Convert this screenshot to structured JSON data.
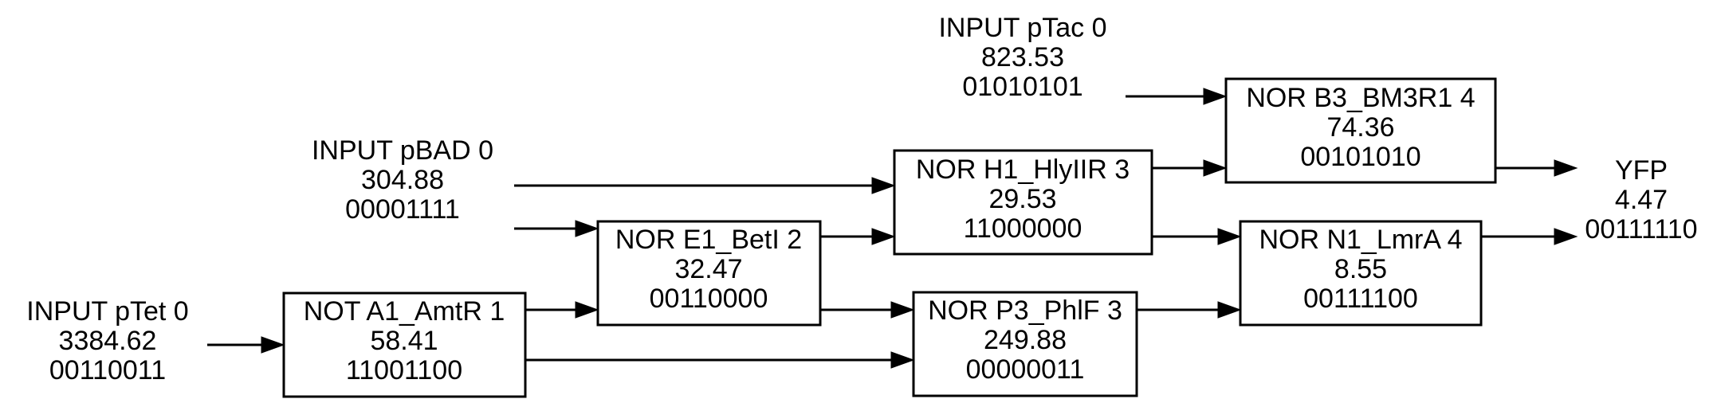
{
  "colors": {
    "ink": "#000000",
    "background": "#ffffff"
  },
  "inputs": {
    "pTac": {
      "line1": "INPUT pTac 0",
      "line2": "823.53",
      "line3": "01010101"
    },
    "pBAD": {
      "line1": "INPUT pBAD 0",
      "line2": "304.88",
      "line3": "00001111"
    },
    "pTet": {
      "line1": "INPUT pTet 0",
      "line2": "3384.62",
      "line3": "00110011"
    }
  },
  "gates": {
    "A1_AmtR": {
      "line1": "NOT A1_AmtR 1",
      "line2": "58.41",
      "line3": "11001100"
    },
    "E1_BetI": {
      "line1": "NOR E1_BetI 2",
      "line2": "32.47",
      "line3": "00110000"
    },
    "H1_HlyIIR": {
      "line1": "NOR H1_HlyIIR 3",
      "line2": "29.53",
      "line3": "11000000"
    },
    "P3_PhlF": {
      "line1": "NOR P3_PhlF 3",
      "line2": "249.88",
      "line3": "00000011"
    },
    "B3_BM3R1": {
      "line1": "NOR B3_BM3R1 4",
      "line2": "74.36",
      "line3": "00101010"
    },
    "N1_LmrA": {
      "line1": "NOR N1_LmrA 4",
      "line2": "8.55",
      "line3": "00111100"
    }
  },
  "output": {
    "line1": "YFP",
    "line2": "4.47",
    "line3": "00111110"
  }
}
